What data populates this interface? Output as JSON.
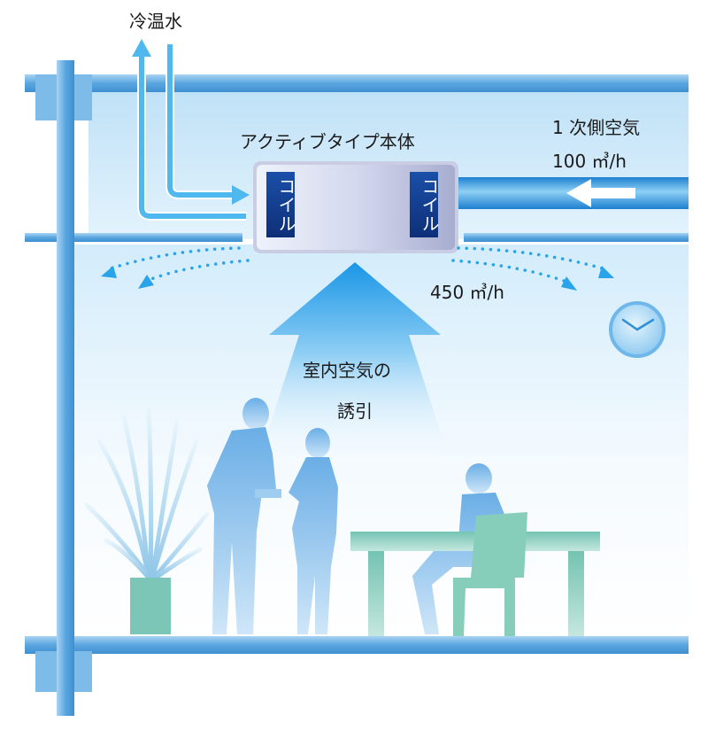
{
  "labels": {
    "chilled_water": "冷温水",
    "unit_name": "アクティブタイプ本体",
    "primary_air": "1 次側空気",
    "primary_flow": "100 ㎥/h",
    "induced_flow": "450 ㎥/h",
    "room_air_line1": "室内空気の",
    "room_air_line2": "誘引",
    "coil_left": "コイル",
    "coil_right": "コイル"
  },
  "colors": {
    "ceiling_space": "#cfe9fa",
    "room_gradient_top": "#cfe9fa",
    "structure": "#5aa6e0",
    "duct": "#3f9be0",
    "arrow": "#1aa3e8",
    "coil_fill": "#123c8c",
    "furniture": "#7cc6b8",
    "people": "#8ec4ec"
  }
}
